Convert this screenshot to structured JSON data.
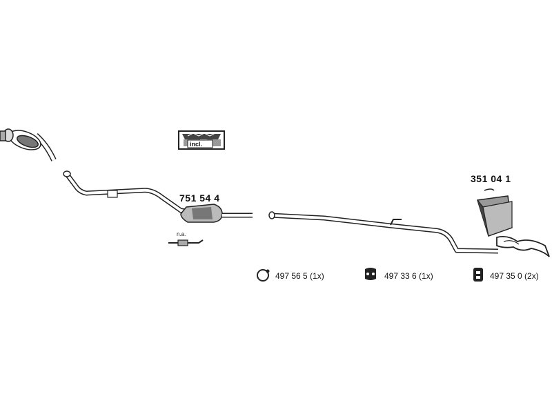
{
  "diagram": {
    "parts": {
      "front_pipe": {
        "number": "751 54 4"
      },
      "rear_silencer": {
        "number": "351 04 1"
      },
      "kit_box": {
        "label": "incl."
      },
      "sensor": {
        "label": "n.a."
      }
    },
    "accessories": [
      {
        "icon": "clamp-ring-icon",
        "text": "497 56 5 (1x)"
      },
      {
        "icon": "rubber-mount-icon",
        "text": "497 33 6 (1x)"
      },
      {
        "icon": "rubber-hanger-icon",
        "text": "497 35 0 (2x)"
      }
    ]
  }
}
